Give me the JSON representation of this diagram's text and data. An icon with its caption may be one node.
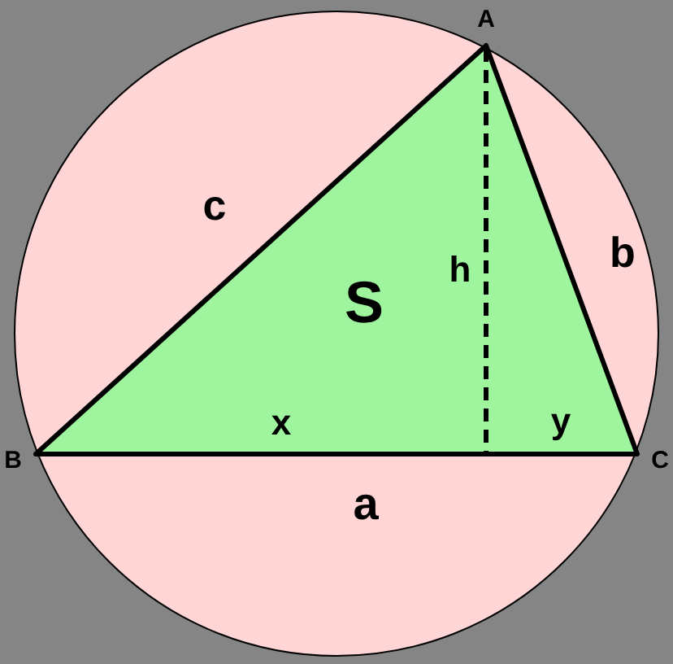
{
  "diagram": {
    "labels": [
      "A",
      "B",
      "C",
      "c",
      "b",
      "S",
      "h",
      "x",
      "y",
      "a"
    ]
  }
}
